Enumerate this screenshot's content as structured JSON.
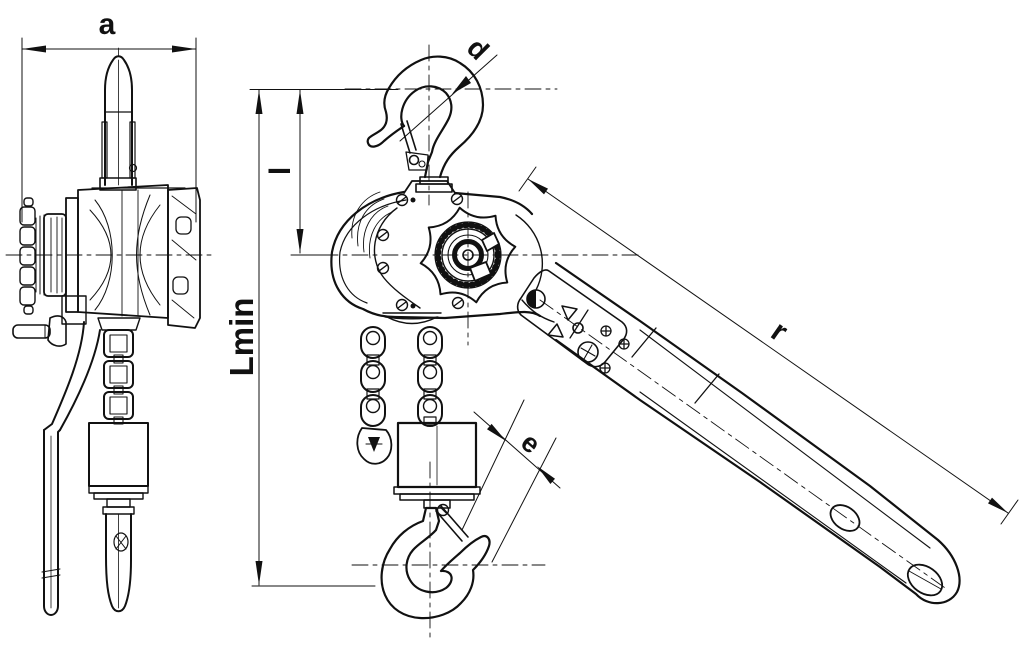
{
  "drawing": {
    "description": "Two-view technical drawing of a ratchet lever chain hoist",
    "dimension_labels": {
      "a": "a",
      "d": "d",
      "l": "l",
      "lmin": "Lmin",
      "e": "e",
      "r": "r"
    },
    "colors": {
      "line": "#111111",
      "background": "#ffffff"
    }
  }
}
